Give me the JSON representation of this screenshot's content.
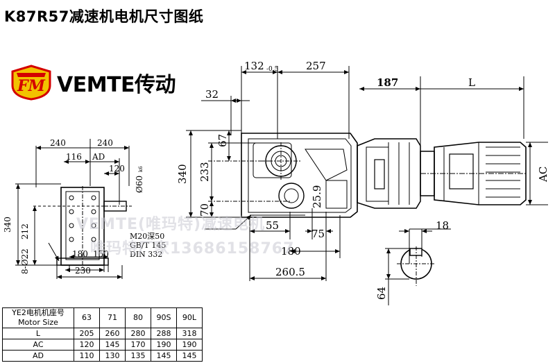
{
  "title": "K87R57减速机电机尺寸图纸",
  "brand": {
    "name": "VEMTE传动",
    "logo_letters": "FM"
  },
  "watermark": {
    "line1": "VEMTE(唯玛特)减速电机",
    "line2": "唯玛特厂家13686158767"
  },
  "front_view": {
    "dims": [
      "240",
      "240",
      "116",
      "AD",
      "120",
      "Ø60",
      "k6",
      "340",
      "212",
      "8-Ø22",
      "180",
      "150",
      "230"
    ]
  },
  "side_view": {
    "dims": [
      "132",
      "-0.5",
      "257",
      "187",
      "L",
      "32",
      "67",
      "340",
      "233",
      "70",
      "25.9",
      "AC",
      "55",
      "75",
      "180",
      "260.5"
    ],
    "thread_note": [
      "M20深50",
      "GB/T 145",
      "DIN 332"
    ]
  },
  "shaft_detail": {
    "dims": [
      "18",
      "64"
    ]
  },
  "table": {
    "header_label": [
      "YE2电机机座号",
      "Motor Size"
    ],
    "sizes": [
      "63",
      "71",
      "80",
      "90S",
      "90L"
    ],
    "rows": [
      {
        "label": "L",
        "values": [
          "205",
          "260",
          "280",
          "288",
          "318"
        ]
      },
      {
        "label": "AC",
        "values": [
          "120",
          "145",
          "170",
          "190",
          "190"
        ]
      },
      {
        "label": "AD",
        "values": [
          "110",
          "130",
          "135",
          "145",
          "145"
        ]
      }
    ]
  }
}
